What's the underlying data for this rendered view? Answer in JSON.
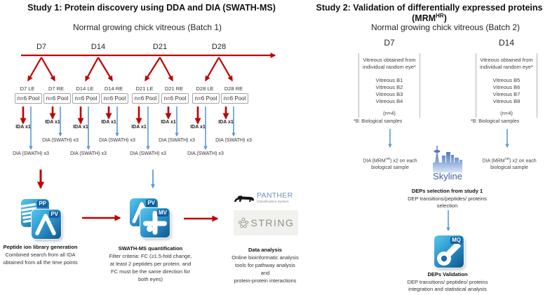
{
  "study1": {
    "title": "Study 1: Protein discovery using DDA and DIA (SWATH-MS)",
    "subtitle": "Normal growing chick vitreous (Batch 1)",
    "timepoints": [
      "D7",
      "D14",
      "D21",
      "D28"
    ],
    "columns": [
      {
        "eye": "D7 LE",
        "pool": "n=6 Pool",
        "ida": "IDA x1",
        "dia": "DIA (SWATH) x3"
      },
      {
        "eye": "D7 RE",
        "pool": "n=6 Pool",
        "ida": "IDA x1",
        "dia": "DIA (SWATH) x3"
      },
      {
        "eye": "D14 LE",
        "pool": "n=6 Pool",
        "ida": "IDA x1",
        "dia": "DIA (SWATH) x3"
      },
      {
        "eye": "D14 RE",
        "pool": "n=6 Pool",
        "ida": "IDA x1",
        "dia": "DIA (SWATH) x3"
      },
      {
        "eye": "D21 LE",
        "pool": "n=6 Pool",
        "ida": "IDA x1",
        "dia": "DIA (SWATH) x3"
      },
      {
        "eye": "D21 RE",
        "pool": "n=6 Pool",
        "ida": "IDA x1",
        "dia": "DIA (SWATH) x3"
      },
      {
        "eye": "D28 LE",
        "pool": "n=6 Pool",
        "ida": "IDA x1",
        "dia": "DIA (SWATH) x3"
      },
      {
        "eye": "D28 RE",
        "pool": "n=6 Pool",
        "ida": "IDA x1",
        "dia": "DIA (SWATH) x3"
      }
    ],
    "software": {
      "pp": "PP",
      "pv": "PV",
      "mv": "MV"
    },
    "panther": {
      "name": "PANTHER",
      "tagline": "Classification System"
    },
    "string": {
      "name": "STRING"
    },
    "steps": [
      {
        "title": "Peptide ion library generation",
        "lines": [
          "Combined search from all IDA",
          "obtained from all the time points"
        ]
      },
      {
        "title": "SWATH-MS quantification",
        "lines": [
          "Filter criteria: FC (≥1.5-fold change,",
          "at least 2 peptides per protein, and",
          "FC must be the same direction for",
          "both eyes)"
        ]
      },
      {
        "title": "Data analysis",
        "lines": [
          "Online bioinformatic analysis",
          "tools for pathway analysis and",
          "protein-protein interactions"
        ]
      }
    ]
  },
  "study2": {
    "title": {
      "prefix": "Study 2: Validation of differentially expressed proteins (MRM",
      "sup": "HR",
      "suffix": ")"
    },
    "subtitle": "Normal growing chick vitreous (Batch 2)",
    "groups": [
      {
        "timepoint": "D7",
        "source_lines": [
          "Vitreous obtained from",
          "individual random eye*"
        ],
        "samples": [
          "Vitreous B1",
          "Vitreous B2",
          "Vitreous B3",
          "Vitreous B4"
        ],
        "n_label": "(n=4)",
        "footnote": "*B: Biological samples",
        "dia": {
          "prefix": "DIA (MRM",
          "sup": "HR",
          "suffix": ") x2 on each",
          "line2": "biological sample"
        }
      },
      {
        "timepoint": "D14",
        "source_lines": [
          "Vitreous obtained from",
          "individual random eye*"
        ],
        "samples": [
          "Vitreous B5",
          "Vitreous B6",
          "Vitreous B7",
          "Vitreous B8"
        ],
        "n_label": "(n=4)",
        "footnote": "*B: Biological samples",
        "dia": {
          "prefix": "DIA (MRM",
          "sup": "HR",
          "suffix": ") x2 on each",
          "line2": "biological sample"
        }
      }
    ],
    "skyline": {
      "label": "Skyline"
    },
    "mq": {
      "label": "MQ"
    },
    "selection": {
      "title": "DEPs selection from study 1",
      "lines": [
        "DEP transitions/peptides/ proteins",
        "selection"
      ]
    },
    "validation": {
      "title": "DEPs Validation",
      "lines": [
        "DEP transitions/ peptides/ proteins",
        "integration and statistical analysis"
      ]
    }
  },
  "colors": {
    "red": "#C00000",
    "blue": "#5B9BD5"
  }
}
